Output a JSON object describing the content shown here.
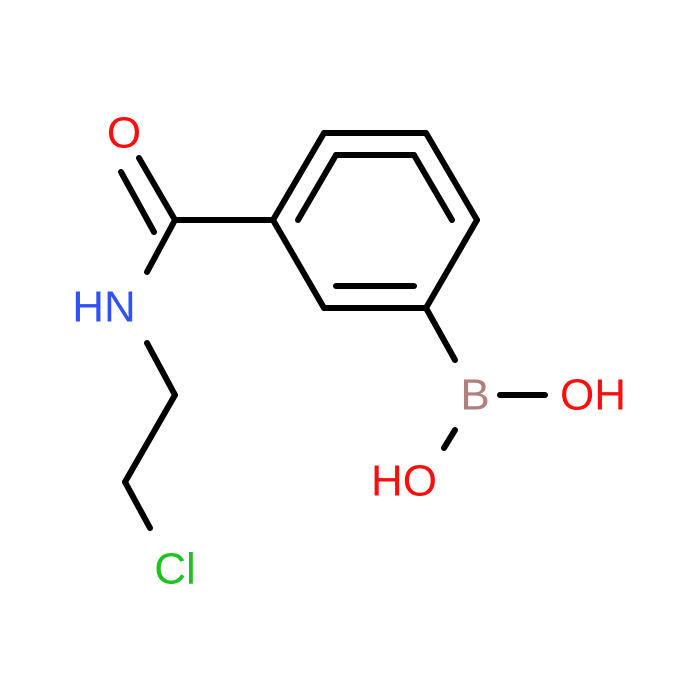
{
  "colors": {
    "background": "#ffffff",
    "bond": "#000000",
    "oxygen": "#ff0d0d",
    "nitrogen": "#3050f8",
    "boron": "#b07f7f",
    "chlorine": "#1fc31f"
  },
  "labels": {
    "carbonyl_oxygen": "O",
    "amide_nitrogen": "HN",
    "chlorine": "Cl",
    "boron": "B",
    "hydroxyl_right": "OH",
    "hydroxyl_left": "HO"
  }
}
